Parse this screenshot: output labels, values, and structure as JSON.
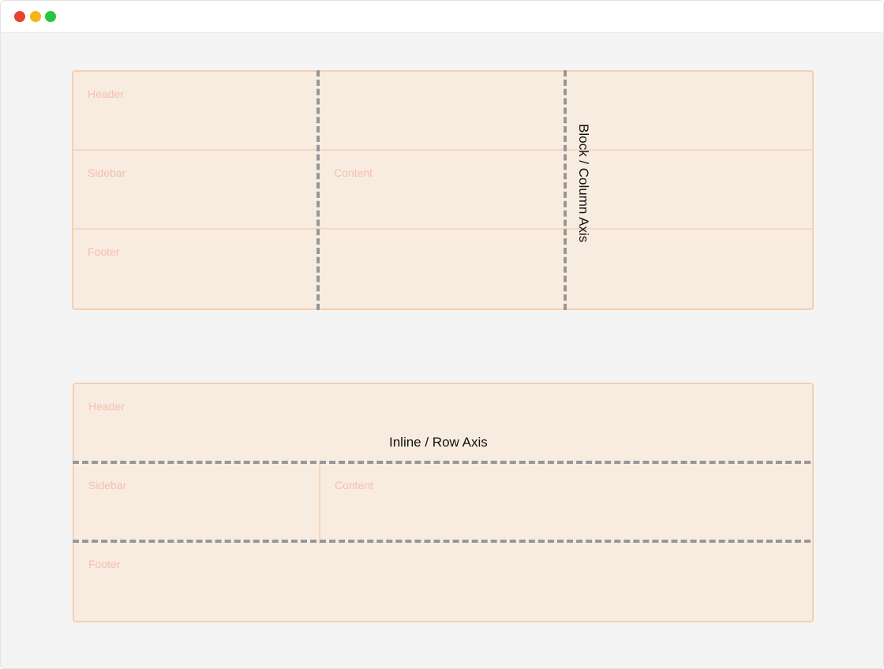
{
  "column_axis_grid": {
    "cells": {
      "header": "Header",
      "sidebar": "Sidebar",
      "content": "Content",
      "footer": "Footer"
    },
    "axis_label": "Block / Column Axis"
  },
  "row_axis_grid": {
    "cells": {
      "header": "Header",
      "sidebar": "Sidebar",
      "content": "Content",
      "footer": "Footer"
    },
    "axis_label": "Inline / Row Axis"
  },
  "colors": {
    "cell_fill": "#f8ece0",
    "cell_border": "#f7cfb0",
    "cell_label": "#f4bfae",
    "axis_dash": "#979797",
    "window_bg": "#f4f4f4"
  }
}
